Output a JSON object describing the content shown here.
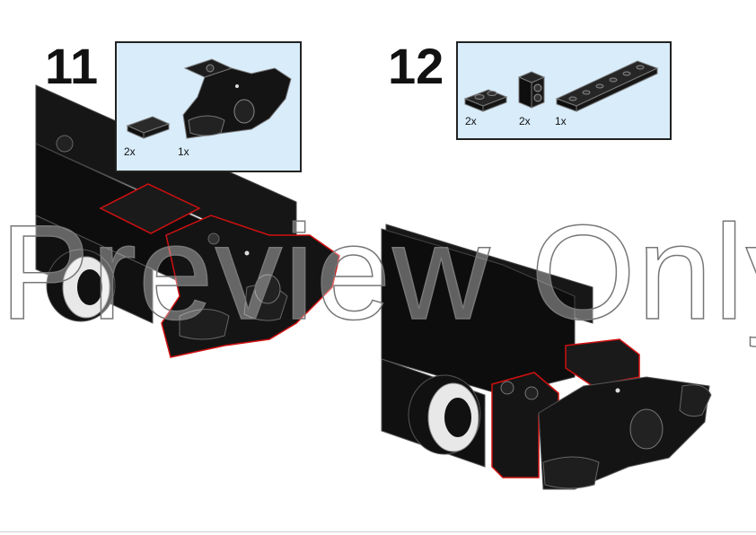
{
  "steps": [
    {
      "number": "11",
      "parts": [
        {
          "qty": "2x",
          "icon": "tile-1x2-black"
        },
        {
          "qty": "1x",
          "icon": "train-coupler-black"
        }
      ]
    },
    {
      "number": "12",
      "parts": [
        {
          "qty": "2x",
          "icon": "plate-1x2-black"
        },
        {
          "qty": "2x",
          "icon": "brick-1x1-studs-side-black"
        },
        {
          "qty": "1x",
          "icon": "plate-1x6-black"
        }
      ]
    }
  ],
  "watermark": "Preview Only",
  "colors": {
    "parts_box_bg": "#d8ecfa",
    "brick_black": "#111111",
    "highlight_red": "#d01010"
  }
}
